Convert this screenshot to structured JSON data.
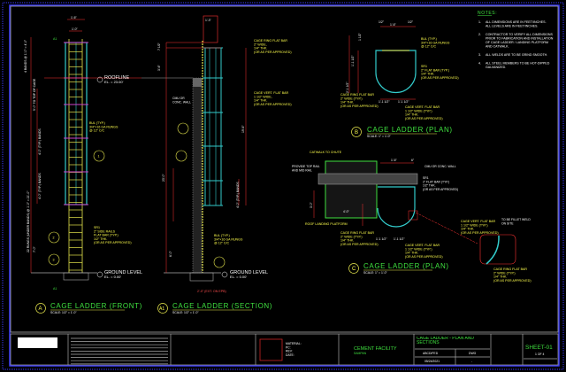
{
  "colors": {
    "background": "#000000",
    "frame": "#3a3aff",
    "cage": "#33cccc",
    "ladder": "#e6e64d",
    "dimension": "#ff3333",
    "title_text": "#3fe03f",
    "wall": "#888888"
  },
  "notes": {
    "title": "NOTES:",
    "items": [
      {
        "num": "1.",
        "lines": [
          "ALL DIMENSIONS ARE IN FEET/INCHES.",
          "ALL LEVELS ARE IN FEET/INCHES."
        ]
      },
      {
        "num": "2.",
        "lines": [
          "CONTRACTOR TO VERIFY ALL DIMENSIONS",
          "PRIOR TO FABRICATION AND INSTALLATION",
          "OF CAGE LADDER / LANDING PLATFORM",
          "AND CATWALK."
        ]
      },
      {
        "num": "3.",
        "lines": [
          "ALL WELDS ARE TO BE GRIND SMOOTH."
        ]
      },
      {
        "num": "4.",
        "lines": [
          "ALL STEEL MEMBERS TO BE HOT-DIPPED",
          "GALVANIZED."
        ]
      }
    ]
  },
  "front": {
    "top_dim": "1'-6\"",
    "inner_dim": "1'-0\"",
    "section_mark": "A1",
    "roofline": "ROOFLINE",
    "roof_el": "EL. = 23.00'",
    "ground": "GROUND LEVEL",
    "ground_el": "EL. = 0.00'",
    "dim_top": "4 BANDS @ 1'-0\" = 4'-0\"",
    "dim_side": "22 RUNGS (UNDER BANDS) @ 1'-0\" = 21'-0\"",
    "dim_a": "5'-0\" TO TOP OF CAGE",
    "dim_b": "4'-0\" (TYP.) BANDS",
    "dim_c": "4'-0\" (TYP.) BANDS",
    "dim_d": "7'-0\"",
    "note1": [
      "BUL (TYP.)",
      "3/4\"×16 GA RUNGS",
      "@ 12\" C/C"
    ],
    "note2": [
      "SR1",
      "2\" SIDE RAILS",
      "FLAT BAR (TYP.)",
      "1/2\" THK.",
      "(OR AS PER APPROVED)"
    ],
    "bubble1": "1",
    "bubble2": "2",
    "bubble3": "3",
    "view_letter": "A",
    "view_title": "CAGE LADDER (FRONT)",
    "view_scale": "SCALE: 1/2\" = 1'-0\""
  },
  "section": {
    "top_dim": "1'-3\"",
    "note1": [
      "CAGE RING FLAT BAR",
      "2\" WIDE,",
      "1/4\" THK.",
      "(OR AS PER APPROVED)"
    ],
    "note2": [
      "CAGE VERT. FLAT BAR",
      "1 1/2\" WIDE,",
      "1/4\" THK.",
      "(OR AS PER APPROVED)"
    ],
    "wall": [
      "CMU OR",
      "CONC. WALL"
    ],
    "dim_overall": "23'-0\"",
    "dim_cage": "19'-6\"",
    "dim_top": "3'-6\"",
    "dim_top2": "7 1/2\"",
    "dim_band": "4'-0\" (TYP.) BANDS",
    "dim_low": "6'-0\"",
    "note3": [
      "BUL (TYP.)",
      "3/4\"×16 GA RUNGS",
      "@ 12\" C/C"
    ],
    "base": "2'-0\" (EXT. ON EPB)",
    "ground": "GROUND LEVEL",
    "ground_el": "EL. = 0.00'",
    "view_letter": "A1",
    "view_title": "CAGE LADDER (SECTION)",
    "view_scale": "SCALE: 1/2\" = 1'-0\""
  },
  "plan_b": {
    "dims": [
      "1/2\"",
      "1'-6\"",
      "1/2\"",
      "1 1/2\"",
      "1'-1 1/2\"",
      "2'-1 1/2\"",
      "1'-1 1/2\"",
      "1'-1 1/2\""
    ],
    "note1": [
      "BUL (TYP.)",
      "3/4\"×16 GA RUNGS",
      "@ 12\" C/C"
    ],
    "note2": [
      "SR1",
      "2\" FLAT BAR (TYP.)",
      "1/4\" THK.",
      "(OR AS PER APPROVED)"
    ],
    "note3": [
      "CAGE RING FLAT BAR",
      "2\" WIDE (TYP.)",
      "1/4\" THK.",
      "(OR AS PER APPROVED)"
    ],
    "note4": [
      "CAGE VERT. FLAT BAR",
      "1 1/2\" WIDE (TYP.)",
      "1/4\" THK.",
      "(OR AS PER APPROVED)"
    ],
    "view_letter": "B",
    "view_title": "CAGE LADDER (PLAN)",
    "view_scale": "SCALE: 1\" = 1'-0\""
  },
  "plan_c": {
    "note_catwalk": "CATWALK TO CHUTE",
    "note_rail": [
      "PROVIDE TOP RAIL",
      "AND MID RAIL"
    ],
    "note_wall": "CMU OR CONC. WALL",
    "note_sr": [
      "SR1",
      "2\" FLAT BAR (TYP.)",
      "1/2\" THK.",
      "(OR AS PER APPROVED)"
    ],
    "note_platform": "ROOF LANDING PLATFORM",
    "note_ring": [
      "CAGE RING FLAT BAR",
      "2\" WIDE (TYP.)",
      "1/4\" THK.",
      "(OR AS PER APPROVED)"
    ],
    "note_vert": [
      "CAGE VERT. FLAT BAR",
      "1 1/2\" WIDE (TYP.)",
      "1/4\" THK.",
      "(OR AS PER APPROVED)"
    ],
    "dims": [
      "1'-6\"",
      "6\"",
      "3'-0\"",
      "4'-0\"",
      "1'-1 1/2\"",
      "1'-1 1/2\""
    ],
    "detail_note1": [
      "CAGE VERT. FLAT BAR",
      "1 1/2\" WIDE (TYP.)",
      "1/4\" THK.",
      "(OR AS PER APPROVED)"
    ],
    "detail_note2": [
      "TO BE FILLET WELD",
      "ON SITE"
    ],
    "detail_note3": [
      "CAGE RING FLAT BAR",
      "2\" WIDE (TYP.)",
      "1/4\" THK.",
      "(OR AS PER APPROVED)"
    ],
    "view_letter": "C",
    "view_title": "CAGE LADDER (PLAN)",
    "view_scale": "SCALE: 1\" = 1'-0\""
  },
  "title_block": {
    "stamp_lines": [
      "MATERIAL:",
      "PC:",
      "REV:",
      "DATE:"
    ],
    "project": "CEMENT FACILITY",
    "project_sub": "SAMPAN",
    "drawing_title": "CAGE LADDER - PLAN AND SECTIONS",
    "drawn": "ABCD/FED",
    "type": "DWG",
    "date": "05/24/2021",
    "rev": "-",
    "sheet": "SHEET-01",
    "sheet_of": "1 OF 4"
  }
}
